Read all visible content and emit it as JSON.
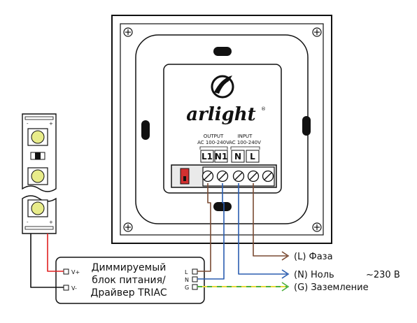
{
  "brand": {
    "logo_text": "arlight",
    "registered": "®"
  },
  "controller": {
    "output_title": "OUTPUT",
    "output_spec": "AC 100-240V",
    "input_title": "INPUT",
    "input_spec": "AC 100-240V",
    "terminals": [
      "L1",
      "N1",
      "N",
      "L"
    ]
  },
  "led_strip": {
    "plus": "+",
    "minus": "-"
  },
  "power_supply": {
    "lines": [
      "Диммируемый",
      "блок питания/",
      "Драйвер TRIAC"
    ],
    "out_pins": [
      "V+",
      "V-"
    ],
    "in_pins": [
      "L",
      "N",
      "G"
    ]
  },
  "wires": {
    "phase": "(L) Фаза",
    "neutral": "(N) Ноль",
    "ground": "(G) Заземление",
    "voltage": "~230 В"
  },
  "colors": {
    "phase": "#7a4a32",
    "neutral": "#2a5db0",
    "ground_yellow": "#e8d83a",
    "ground_green": "#4caf3c",
    "led_positive": "#e02020",
    "led_negative": "#111111",
    "led_chip": "#e8ec8a"
  }
}
